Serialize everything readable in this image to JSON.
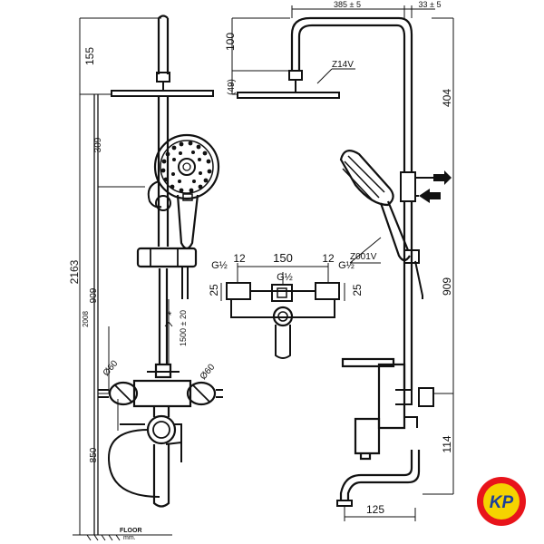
{
  "dimensions": {
    "top_width": "385 ± 5",
    "top_offset": "33 ± 5",
    "height_155": "155",
    "height_100": "100",
    "height_49": "(49)",
    "height_404": "404",
    "height_309": "309",
    "height_2163": "2163",
    "height_909_left": "909",
    "height_909_right": "909",
    "height_2008": "2008",
    "height_1500": "1500 ± 20",
    "height_850": "850",
    "height_114": "114",
    "width_125": "125",
    "width_150": "150",
    "side_12_left": "12",
    "side_12_right": "12",
    "side_25_left": "25",
    "side_25_right": "25",
    "pipe_g_left": "G½",
    "pipe_g_center": "G½",
    "pipe_g_right": "G½",
    "dia_60_left": "Ø60",
    "dia_60_right": "Ø60",
    "asterisk": "*"
  },
  "models": {
    "head_code": "Z14V",
    "hand_code": "Z001V"
  },
  "labels": {
    "floor": "FLOOR",
    "unit": "mm."
  },
  "logo": {
    "text": "KP",
    "colors": [
      "#e8141b",
      "#f5d300",
      "#1b3f9a"
    ]
  }
}
